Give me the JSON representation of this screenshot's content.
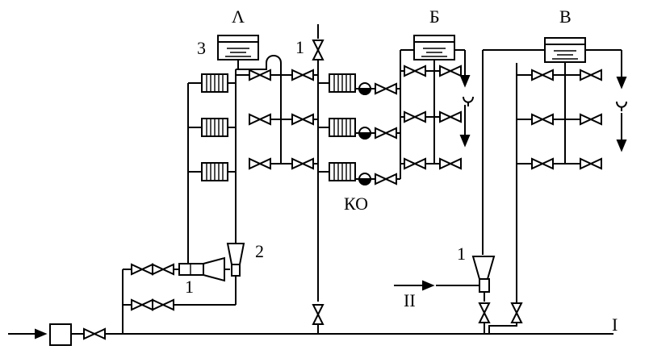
{
  "labels": {
    "tank_a": "Λ",
    "tank_b": "Б",
    "tank_c": "В",
    "tank_num": "3",
    "top_valve_num": "1",
    "mixer_num": "2",
    "ejector_num": "1",
    "right_ejector_num": "1",
    "heater_label": "КО",
    "input_2": "II",
    "input_1": "I"
  },
  "colors": {
    "line": "#000000",
    "background": "#ffffff"
  }
}
